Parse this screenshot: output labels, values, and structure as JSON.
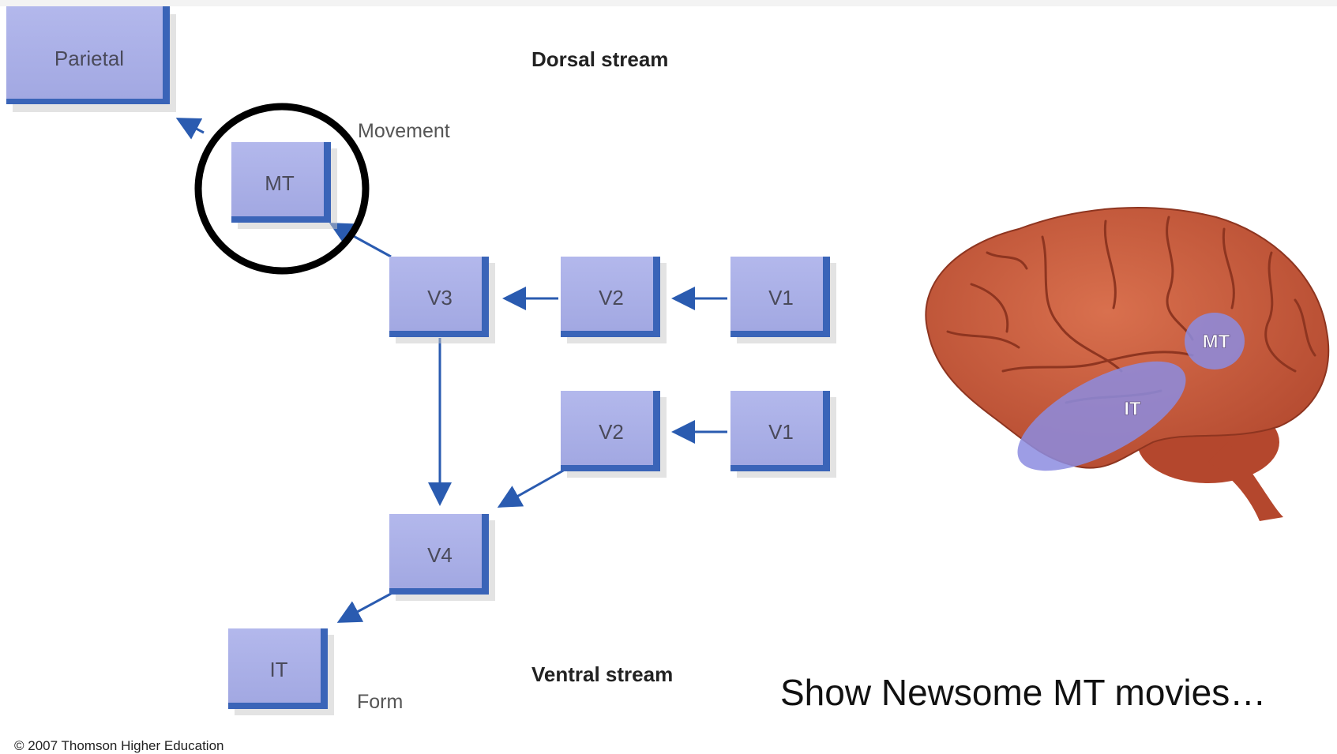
{
  "diagram": {
    "dorsal_title": "Dorsal stream",
    "ventral_title": "Ventral stream",
    "movement_label": "Movement",
    "form_label": "Form",
    "boxes": {
      "parietal": "Parietal",
      "mt": "MT",
      "v3": "V3",
      "v2_top": "V2",
      "v1_top": "V1",
      "v2_bottom": "V2",
      "v1_bottom": "V1",
      "v4": "V4",
      "it": "IT"
    },
    "copyright": "© 2007 Thomson Higher Education"
  },
  "brain": {
    "mt_label": "MT",
    "it_label": "IT"
  },
  "caption": "Show Newsome MT movies…",
  "colors": {
    "box_face": "#a9aee6",
    "box_shadow": "#3a64b8",
    "arrow": "#2a5bb0",
    "circle": "#000000",
    "brain": "#c95a3c",
    "highlight": "#8c8ce0"
  }
}
